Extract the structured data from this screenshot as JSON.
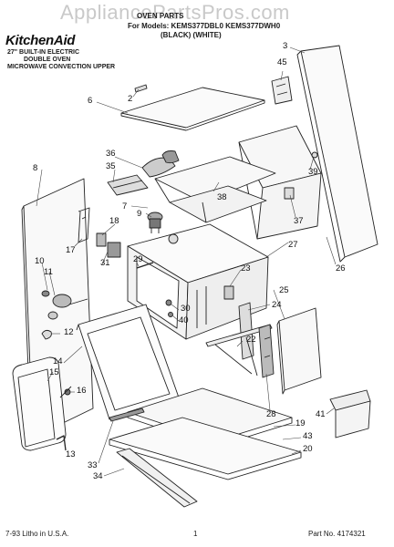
{
  "watermark": "AppliancePartsPros.com",
  "brand": "KitchenAid",
  "title": "OVEN PARTS",
  "model_line": "For Models: KEMS377DBL0 KEMS377DWH0",
  "color_line": "(BLACK)     (WHITE)",
  "subtitle_lines": [
    "27\" BUILT-IN ELECTRIC",
    "DOUBLE OVEN",
    "MICROWAVE CONVECTION UPPER"
  ],
  "callouts": [
    "3",
    "45",
    "39",
    "2",
    "6",
    "36",
    "35",
    "38",
    "37",
    "8",
    "9",
    "7",
    "18",
    "26",
    "27",
    "17",
    "10",
    "11",
    "29",
    "23",
    "31",
    "30",
    "40",
    "25",
    "24",
    "12",
    "22",
    "14",
    "15",
    "16",
    "28",
    "41",
    "19",
    "43",
    "20",
    "33",
    "34",
    "13"
  ],
  "footer": {
    "left": "7-93 Litho in U.S.A.",
    "center": "1",
    "right": "Part No. 4174321"
  }
}
